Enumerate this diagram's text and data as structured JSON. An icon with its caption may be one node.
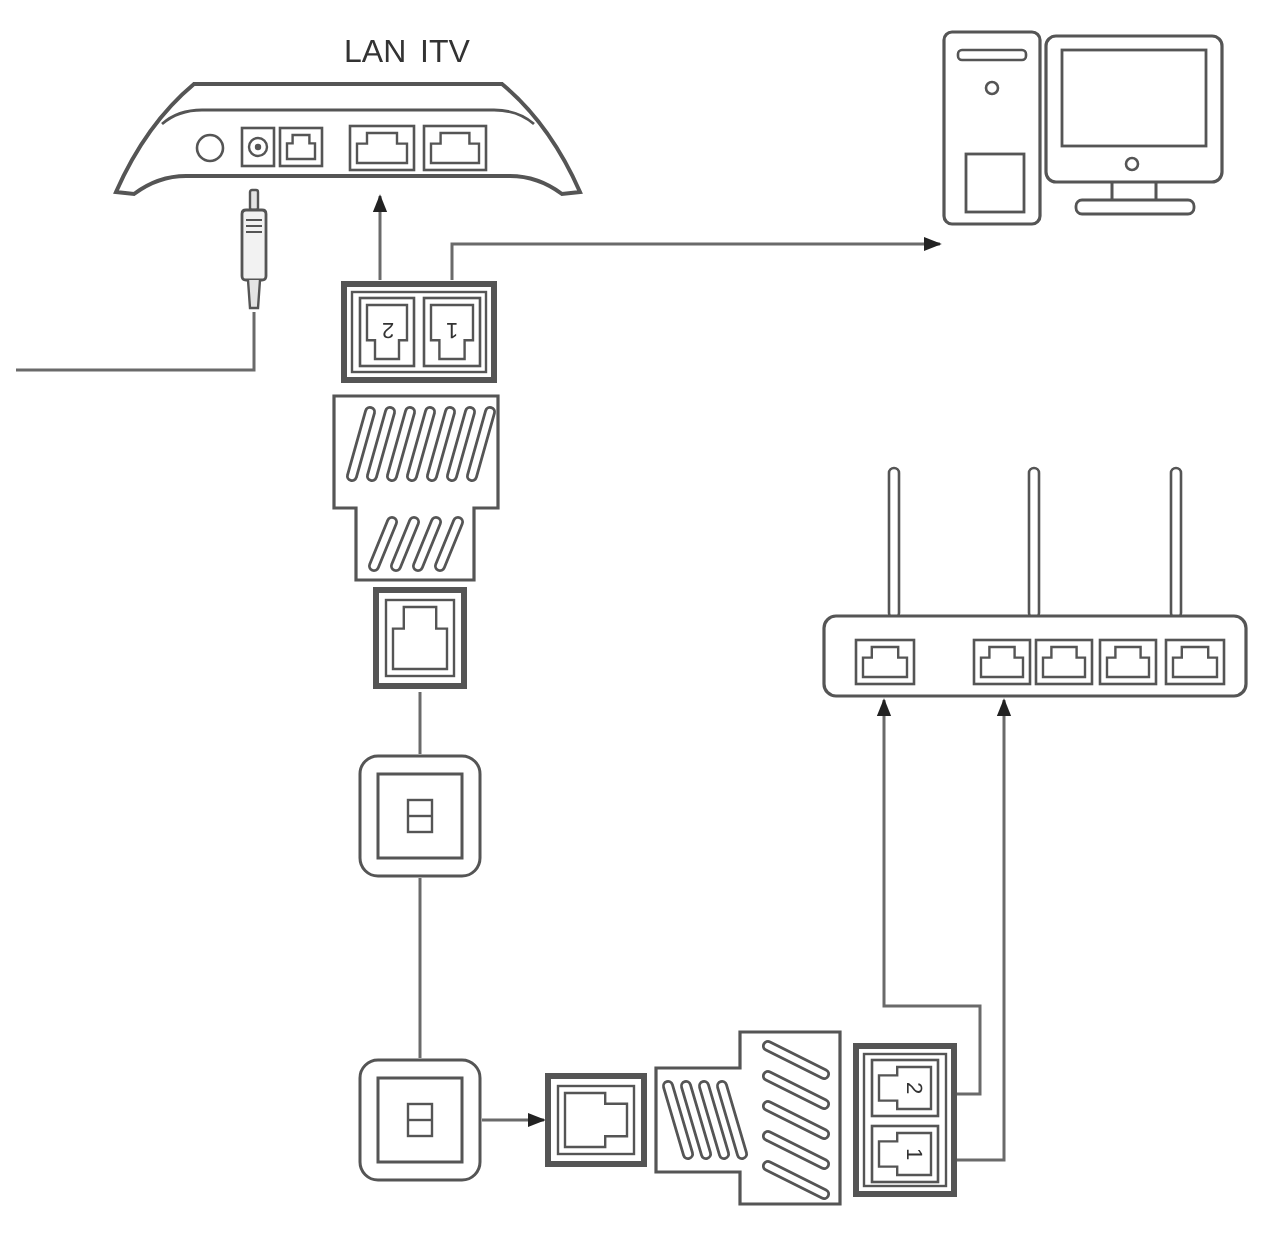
{
  "diagram": {
    "nodes": [
      {
        "text": [],
        "shape": "picture",
        "beside": [
          "LAN",
          "ITV"
        ]
      },
      {
        "text": [],
        "shape": "picture"
      },
      {
        "text": [],
        "shape": "picture"
      },
      {
        "text": [],
        "shape": "picture"
      },
      {
        "text": [],
        "shape": "picture"
      },
      {
        "text": [],
        "shape": "picture"
      },
      {
        "text": [],
        "shape": "picture"
      },
      {
        "text": [],
        "shape": "picture"
      }
    ],
    "edges": [
      {
        "from": null,
        "to": 1,
        "arrow": "none"
      },
      {
        "from": 3,
        "to": 0,
        "arrow": "to"
      },
      {
        "from": 3,
        "to": 2,
        "arrow": "to"
      },
      {
        "from": 3,
        "to": 4,
        "arrow": "none"
      },
      {
        "from": 4,
        "to": 5,
        "arrow": "none"
      },
      {
        "from": 5,
        "to": 6,
        "arrow": "to"
      },
      {
        "from": 6,
        "to": 7,
        "arrow": "to"
      },
      {
        "from": 6,
        "to": 7,
        "arrow": "to"
      }
    ],
    "labels": [
      "2",
      "1",
      "2",
      "1"
    ]
  }
}
